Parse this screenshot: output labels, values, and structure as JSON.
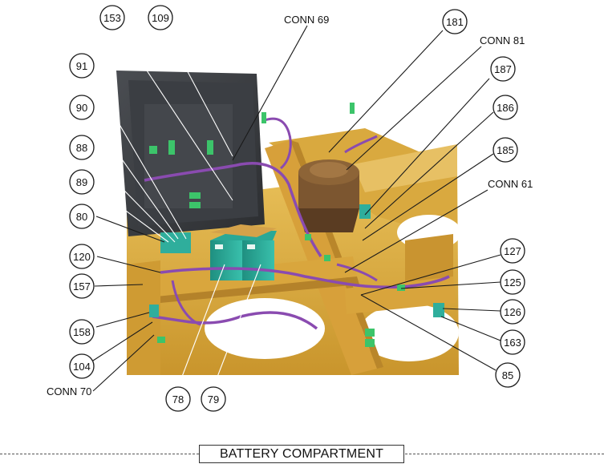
{
  "diagram": {
    "footer_title": "BATTERY COMPARTMENT",
    "callouts": [
      "153",
      "109",
      "91",
      "90",
      "88",
      "89",
      "80",
      "120",
      "157",
      "158",
      "104",
      "78",
      "79",
      "181",
      "187",
      "186",
      "185",
      "127",
      "125",
      "126",
      "163",
      "85"
    ],
    "connector_labels": [
      "CONN 69",
      "CONN 81",
      "CONN 61",
      "CONN 70"
    ],
    "colors": {
      "frame_yellow": "#e2b64a",
      "harness_purple": "#8a4bb0",
      "battery_teal": "#2fae9c",
      "connector_green": "#3cc46a",
      "cab_dark": "#3a3c40"
    }
  }
}
